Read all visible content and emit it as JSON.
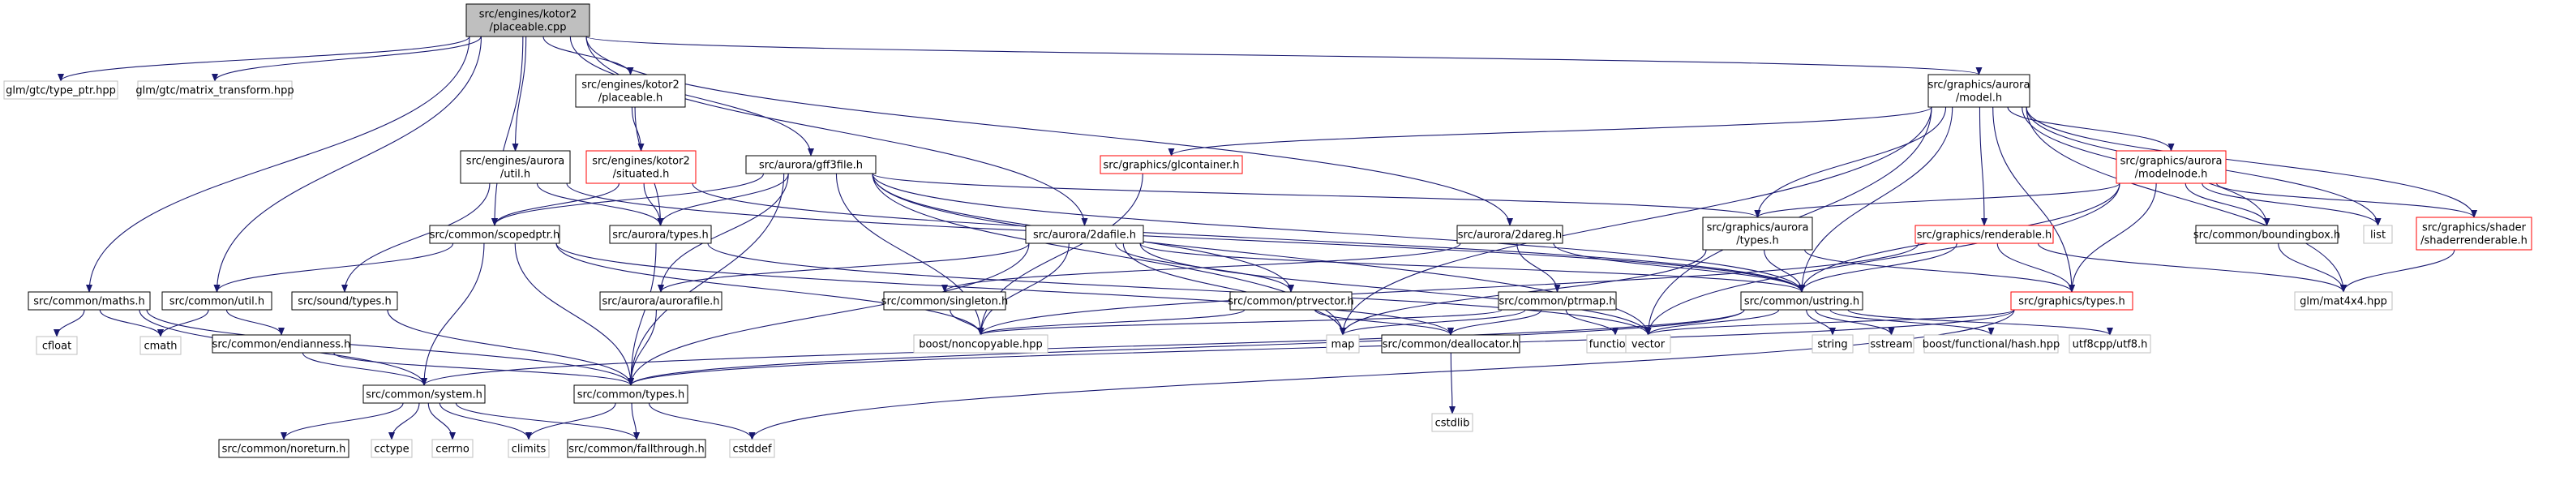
{
  "colors": {
    "root_fill": "#bfbfbf",
    "node_fill": "#ffffff",
    "node_stroke": "#000000",
    "truncated_stroke": "#ff0000",
    "system_stroke": "#bfbfbf",
    "system_text": "#000000",
    "edge": "#191970"
  },
  "nodes": [
    {
      "id": "root",
      "kind": "root",
      "lines": [
        "src/engines/kotor2",
        "/placeable.cpp"
      ]
    },
    {
      "id": "glm_typeptr",
      "kind": "system",
      "lines": [
        "glm/gtc/type_ptr.hpp"
      ]
    },
    {
      "id": "glm_mt",
      "kind": "system",
      "lines": [
        "glm/gtc/matrix_transform.hpp"
      ]
    },
    {
      "id": "k2_placeable_h",
      "kind": "normal",
      "lines": [
        "src/engines/kotor2",
        "/placeable.h"
      ]
    },
    {
      "id": "k2_situated_h",
      "kind": "truncated",
      "lines": [
        "src/engines/kotor2",
        "/situated.h"
      ]
    },
    {
      "id": "aurora_util_h",
      "kind": "normal",
      "lines": [
        "src/engines/aurora",
        "/util.h"
      ]
    },
    {
      "id": "gff3file_h",
      "kind": "normal",
      "lines": [
        "src/aurora/gff3file.h"
      ]
    },
    {
      "id": "glcontainer_h",
      "kind": "truncated",
      "lines": [
        "src/graphics/glcontainer.h"
      ]
    },
    {
      "id": "model_h",
      "kind": "normal",
      "lines": [
        "src/graphics/aurora",
        "/model.h"
      ]
    },
    {
      "id": "modelnode_h",
      "kind": "truncated",
      "lines": [
        "src/graphics/aurora",
        "/modelnode.h"
      ]
    },
    {
      "id": "scopedptr_h",
      "kind": "normal",
      "lines": [
        "src/common/scopedptr.h"
      ]
    },
    {
      "id": "aurora_types_h",
      "kind": "normal",
      "lines": [
        "src/aurora/types.h"
      ]
    },
    {
      "id": "twodafile_h",
      "kind": "normal",
      "lines": [
        "src/aurora/2dafile.h"
      ]
    },
    {
      "id": "twodareg_h",
      "kind": "normal",
      "lines": [
        "src/aurora/2dareg.h"
      ]
    },
    {
      "id": "gfx_aurora_types_h",
      "kind": "normal",
      "lines": [
        "src/graphics/aurora",
        "/types.h"
      ]
    },
    {
      "id": "renderable_h",
      "kind": "truncated",
      "lines": [
        "src/graphics/renderable.h"
      ]
    },
    {
      "id": "boundingbox_h",
      "kind": "normal",
      "lines": [
        "src/common/boundingbox.h"
      ]
    },
    {
      "id": "list",
      "kind": "system",
      "lines": [
        "list"
      ]
    },
    {
      "id": "shaderrenderable_h",
      "kind": "truncated",
      "lines": [
        "src/graphics/shader",
        "/shaderrenderable.h"
      ]
    },
    {
      "id": "maths_h",
      "kind": "normal",
      "lines": [
        "src/common/maths.h"
      ]
    },
    {
      "id": "util_h",
      "kind": "normal",
      "lines": [
        "src/common/util.h"
      ]
    },
    {
      "id": "sound_types_h",
      "kind": "normal",
      "lines": [
        "src/sound/types.h"
      ]
    },
    {
      "id": "aurorafile_h",
      "kind": "normal",
      "lines": [
        "src/aurora/aurorafile.h"
      ]
    },
    {
      "id": "singleton_h",
      "kind": "normal",
      "lines": [
        "src/common/singleton.h"
      ]
    },
    {
      "id": "ptrvector_h",
      "kind": "normal",
      "lines": [
        "src/common/ptrvector.h"
      ]
    },
    {
      "id": "ptrmap_h",
      "kind": "normal",
      "lines": [
        "src/common/ptrmap.h"
      ]
    },
    {
      "id": "ustring_h",
      "kind": "normal",
      "lines": [
        "src/common/ustring.h"
      ]
    },
    {
      "id": "graphics_types_h",
      "kind": "truncated",
      "lines": [
        "src/graphics/types.h"
      ]
    },
    {
      "id": "glm_mat4",
      "kind": "system",
      "lines": [
        "glm/mat4x4.hpp"
      ]
    },
    {
      "id": "cfloat",
      "kind": "system",
      "lines": [
        "cfloat"
      ]
    },
    {
      "id": "cmath",
      "kind": "system",
      "lines": [
        "cmath"
      ]
    },
    {
      "id": "endianness_h",
      "kind": "normal",
      "lines": [
        "src/common/endianness.h"
      ]
    },
    {
      "id": "noncopyable",
      "kind": "system",
      "lines": [
        "boost/noncopyable.hpp"
      ]
    },
    {
      "id": "map",
      "kind": "system",
      "lines": [
        "map"
      ]
    },
    {
      "id": "functional",
      "kind": "system",
      "lines": [
        "functional"
      ]
    },
    {
      "id": "vector",
      "kind": "system",
      "lines": [
        "vector"
      ]
    },
    {
      "id": "deallocator_h",
      "kind": "normal",
      "lines": [
        "src/common/deallocator.h"
      ]
    },
    {
      "id": "string",
      "kind": "system",
      "lines": [
        "string"
      ]
    },
    {
      "id": "sstream",
      "kind": "system",
      "lines": [
        "sstream"
      ]
    },
    {
      "id": "boost_hash",
      "kind": "system",
      "lines": [
        "boost/functional/hash.hpp"
      ]
    },
    {
      "id": "utf8",
      "kind": "system",
      "lines": [
        "utf8cpp/utf8.h"
      ]
    },
    {
      "id": "system_h",
      "kind": "normal",
      "lines": [
        "src/common/system.h"
      ]
    },
    {
      "id": "common_types_h",
      "kind": "normal",
      "lines": [
        "src/common/types.h"
      ]
    },
    {
      "id": "cstdlib",
      "kind": "system",
      "lines": [
        "cstdlib"
      ]
    },
    {
      "id": "noreturn_h",
      "kind": "normal",
      "lines": [
        "src/common/noreturn.h"
      ]
    },
    {
      "id": "cctype",
      "kind": "system",
      "lines": [
        "cctype"
      ]
    },
    {
      "id": "cerrno",
      "kind": "system",
      "lines": [
        "cerrno"
      ]
    },
    {
      "id": "climits",
      "kind": "system",
      "lines": [
        "climits"
      ]
    },
    {
      "id": "fallthrough_h",
      "kind": "normal",
      "lines": [
        "src/common/fallthrough.h"
      ]
    },
    {
      "id": "cstddef",
      "kind": "system",
      "lines": [
        "cstddef"
      ]
    }
  ],
  "edges": [
    [
      "root",
      "glm_typeptr"
    ],
    [
      "root",
      "glm_mt"
    ],
    [
      "root",
      "k2_placeable_h"
    ],
    [
      "root",
      "aurora_util_h"
    ],
    [
      "root",
      "gff3file_h"
    ],
    [
      "root",
      "model_h"
    ],
    [
      "root",
      "scopedptr_h"
    ],
    [
      "root",
      "twodafile_h"
    ],
    [
      "root",
      "twodareg_h"
    ],
    [
      "root",
      "maths_h"
    ],
    [
      "root",
      "util_h"
    ],
    [
      "k2_placeable_h",
      "k2_situated_h"
    ],
    [
      "k2_placeable_h",
      "aurora_types_h"
    ],
    [
      "k2_situated_h",
      "scopedptr_h"
    ],
    [
      "k2_situated_h",
      "aurora_types_h"
    ],
    [
      "k2_situated_h",
      "ustring_h"
    ],
    [
      "aurora_util_h",
      "sound_types_h"
    ],
    [
      "aurora_util_h",
      "aurora_types_h"
    ],
    [
      "aurora_util_h",
      "ustring_h"
    ],
    [
      "gff3file_h",
      "scopedptr_h"
    ],
    [
      "gff3file_h",
      "aurora_types_h"
    ],
    [
      "gff3file_h",
      "aurorafile_h"
    ],
    [
      "gff3file_h",
      "ptrvector_h"
    ],
    [
      "gff3file_h",
      "noncopyable"
    ],
    [
      "gff3file_h",
      "map"
    ],
    [
      "gff3file_h",
      "vector"
    ],
    [
      "gff3file_h",
      "common_types_h"
    ],
    [
      "gff3file_h",
      "ustring_h"
    ],
    [
      "gff3file_h",
      "gfx_aurora_types_h"
    ],
    [
      "model_h",
      "glcontainer_h"
    ],
    [
      "model_h",
      "modelnode_h"
    ],
    [
      "model_h",
      "gfx_aurora_types_h"
    ],
    [
      "model_h",
      "renderable_h"
    ],
    [
      "model_h",
      "boundingbox_h"
    ],
    [
      "model_h",
      "list"
    ],
    [
      "model_h",
      "shaderrenderable_h"
    ],
    [
      "model_h",
      "ustring_h"
    ],
    [
      "model_h",
      "graphics_types_h"
    ],
    [
      "model_h",
      "map"
    ],
    [
      "model_h",
      "vector"
    ],
    [
      "model_h",
      "glm_mat4"
    ],
    [
      "modelnode_h",
      "gfx_aurora_types_h"
    ],
    [
      "modelnode_h",
      "boundingbox_h"
    ],
    [
      "modelnode_h",
      "list"
    ],
    [
      "modelnode_h",
      "shaderrenderable_h"
    ],
    [
      "modelnode_h",
      "ustring_h"
    ],
    [
      "modelnode_h",
      "graphics_types_h"
    ],
    [
      "modelnode_h",
      "vector"
    ],
    [
      "glcontainer_h",
      "noncopyable"
    ],
    [
      "scopedptr_h",
      "util_h"
    ],
    [
      "scopedptr_h",
      "system_h"
    ],
    [
      "scopedptr_h",
      "common_types_h"
    ],
    [
      "scopedptr_h",
      "noncopyable"
    ],
    [
      "scopedptr_h",
      "deallocator_h"
    ],
    [
      "aurora_types_h",
      "common_types_h"
    ],
    [
      "aurora_types_h",
      "vector"
    ],
    [
      "twodafile_h",
      "aurorafile_h"
    ],
    [
      "twodafile_h",
      "ptrvector_h"
    ],
    [
      "twodafile_h",
      "noncopyable"
    ],
    [
      "twodafile_h",
      "map"
    ],
    [
      "twodafile_h",
      "vector"
    ],
    [
      "twodafile_h",
      "common_types_h"
    ],
    [
      "twodafile_h",
      "ustring_h"
    ],
    [
      "twodareg_h",
      "singleton_h"
    ],
    [
      "twodareg_h",
      "ptrmap_h"
    ],
    [
      "twodareg_h",
      "ustring_h"
    ],
    [
      "gfx_aurora_types_h",
      "ustring_h"
    ],
    [
      "gfx_aurora_types_h",
      "graphics_types_h"
    ],
    [
      "gfx_aurora_types_h",
      "map"
    ],
    [
      "renderable_h",
      "ustring_h"
    ],
    [
      "renderable_h",
      "graphics_types_h"
    ],
    [
      "renderable_h",
      "noncopyable"
    ],
    [
      "renderable_h",
      "glm_mat4"
    ],
    [
      "boundingbox_h",
      "glm_mat4"
    ],
    [
      "shaderrenderable_h",
      "glm_mat4"
    ],
    [
      "maths_h",
      "cfloat"
    ],
    [
      "maths_h",
      "cmath"
    ],
    [
      "maths_h",
      "system_h"
    ],
    [
      "maths_h",
      "common_types_h"
    ],
    [
      "util_h",
      "cmath"
    ],
    [
      "util_h",
      "endianness_h"
    ],
    [
      "sound_types_h",
      "common_types_h"
    ],
    [
      "aurorafile_h",
      "common_types_h"
    ],
    [
      "singleton_h",
      "noncopyable"
    ],
    [
      "ptrvector_h",
      "deallocator_h"
    ],
    [
      "ptrvector_h",
      "noncopyable"
    ],
    [
      "ptrmap_h",
      "map"
    ],
    [
      "ptrmap_h",
      "functional"
    ],
    [
      "ptrmap_h",
      "deallocator_h"
    ],
    [
      "ptrmap_h",
      "noncopyable"
    ],
    [
      "ustring_h",
      "string"
    ],
    [
      "ustring_h",
      "sstream"
    ],
    [
      "ustring_h",
      "boost_hash"
    ],
    [
      "ustring_h",
      "utf8"
    ],
    [
      "ustring_h",
      "vector"
    ],
    [
      "ustring_h",
      "system_h"
    ],
    [
      "ustring_h",
      "common_types_h"
    ],
    [
      "graphics_types_h",
      "vector"
    ],
    [
      "graphics_types_h",
      "common_types_h"
    ],
    [
      "graphics_types_h",
      "cstddef"
    ],
    [
      "endianness_h",
      "system_h"
    ],
    [
      "endianness_h",
      "common_types_h"
    ],
    [
      "deallocator_h",
      "cstdlib"
    ],
    [
      "system_h",
      "noreturn_h"
    ],
    [
      "system_h",
      "cctype"
    ],
    [
      "system_h",
      "cerrno"
    ],
    [
      "system_h",
      "climits"
    ],
    [
      "system_h",
      "fallthrough_h"
    ],
    [
      "common_types_h",
      "climits"
    ],
    [
      "common_types_h",
      "cstddef"
    ],
    [
      "common_types_h",
      "fallthrough_h"
    ]
  ]
}
